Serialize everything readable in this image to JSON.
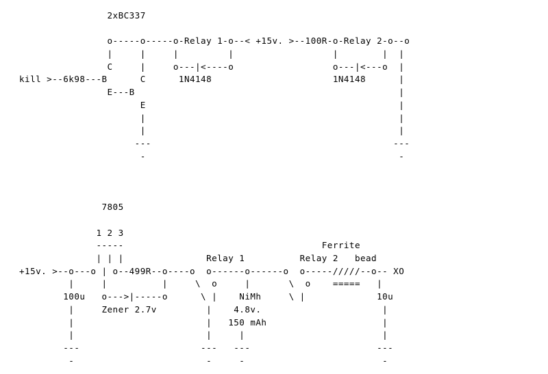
{
  "diagram": {
    "lines": [
      "                2xBC337",
      "",
      "                o-----o-----o-Relay 1-o--< +15v. >--100R-o-Relay 2-o--o",
      "                |     |     |         |                  |        |  |",
      "                C     |     o---|<----o                  o---|<---o  |",
      "kill >--6k98---B      C      1N4148                      1N4148      |",
      "                E---B                                                |",
      "                      E                                              |",
      "                      |                                              |",
      "                      |                                              |",
      "                     ---                                            ---",
      "                      -                                              -",
      "",
      "",
      "",
      "               7805",
      "",
      "              1 2 3",
      "              -----                                    Ferrite",
      "              | | |               Relay 1          Relay 2   bead",
      "+15v. >--o---o | o--499R--o----o  o------o------o  o-----/////--o-- XO",
      "         |     |          |     \\  o     |       \\  o    =====   |",
      "        100u   o--->|-----o      \\ |    NiMh     \\ |             10u",
      "         |     Zener 2.7v         |    4.8v.                      |",
      "         |                        |   150 mAh                     |",
      "         |                        |     |                         |",
      "        ---                      ---   ---                       ---",
      "         -                        -     -                         -"
    ]
  }
}
